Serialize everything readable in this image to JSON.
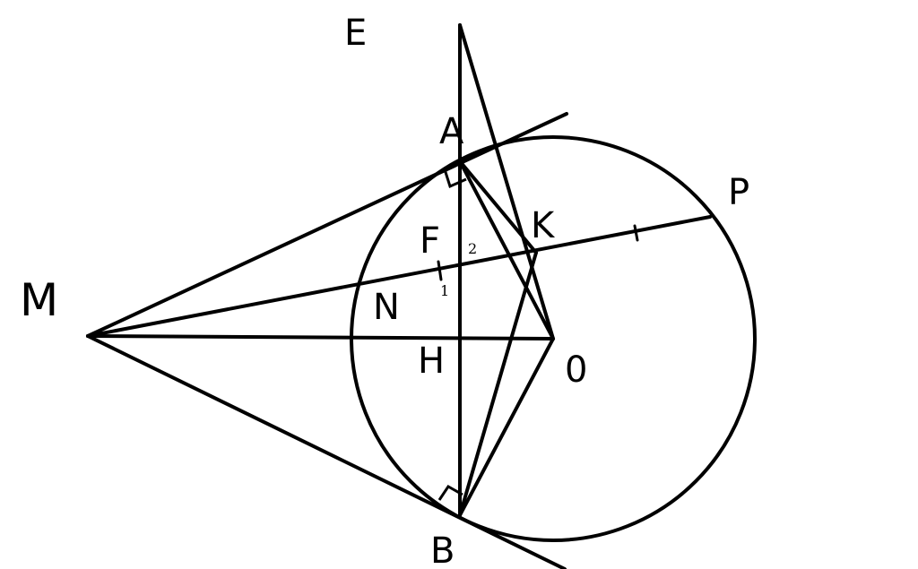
{
  "diagram": {
    "labels": {
      "E": "E",
      "A": "A",
      "P": "P",
      "K": "K",
      "F": "F",
      "M": "M",
      "N": "N",
      "H": "H",
      "O": "0",
      "B": "B",
      "angle1": "1",
      "angle2": "2"
    },
    "stroke_color": "#000000",
    "background_color": "#ffffff"
  }
}
